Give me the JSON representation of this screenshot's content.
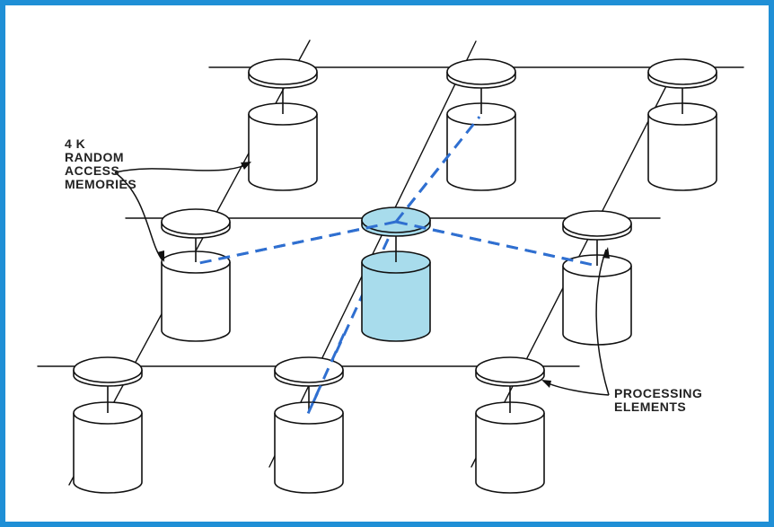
{
  "diagram": {
    "memories_label": [
      "4 K",
      "RANDOM",
      "ACCESS",
      "MEMORIES"
    ],
    "processing_label": [
      "PROCESSING",
      "ELEMENTS"
    ],
    "colors": {
      "frame": "#1f8fd6",
      "highlight_fill": "#a8dcec",
      "connection_dash": "#2f6fd0",
      "line": "#111111"
    }
  }
}
